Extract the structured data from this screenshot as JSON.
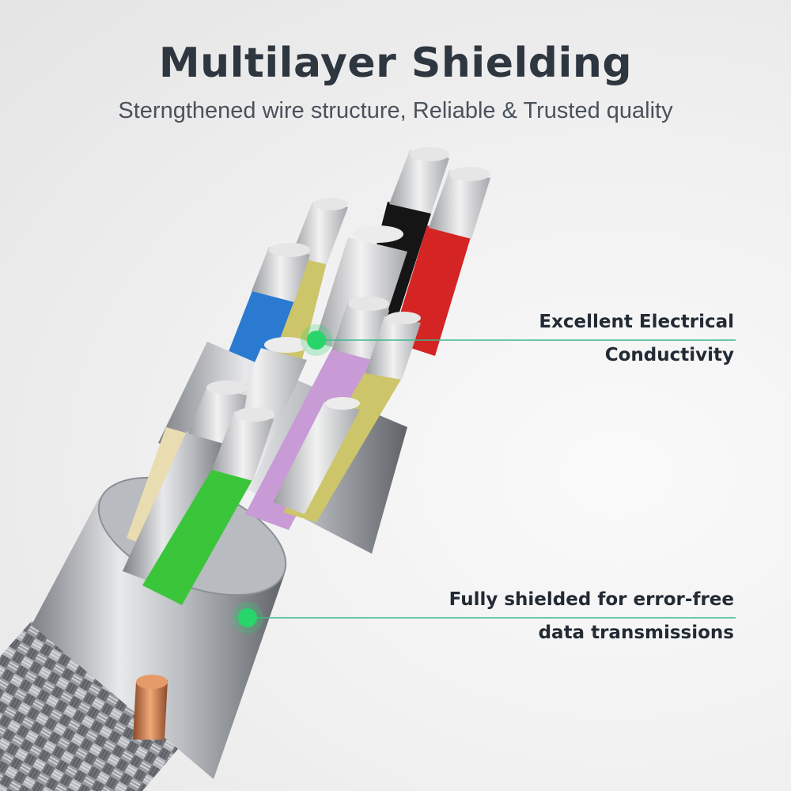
{
  "header": {
    "title": "Multilayer Shielding",
    "subtitle": "Sterngthened wire structure, Reliable & Trusted quality"
  },
  "callouts": [
    {
      "line1": "Excellent Electrical",
      "line2": "Conductivity"
    },
    {
      "line1": "Fully shielded for error-free",
      "line2": "data transmissions"
    }
  ],
  "colors": {
    "title": "#2e3640",
    "accent_dot": "#27d56a",
    "callout_line": "#3ab98a",
    "wire_black": "#151515",
    "wire_red": "#d42424",
    "wire_blue": "#2a7ad1",
    "wire_green": "#3bc53b",
    "wire_purple": "#c89bd6",
    "wire_yellow": "#ccc56a",
    "wire_beige": "#e8dcb0",
    "copper": "#c8744a"
  },
  "icons": {
    "product": "braided-usb-cable-cross-section"
  }
}
